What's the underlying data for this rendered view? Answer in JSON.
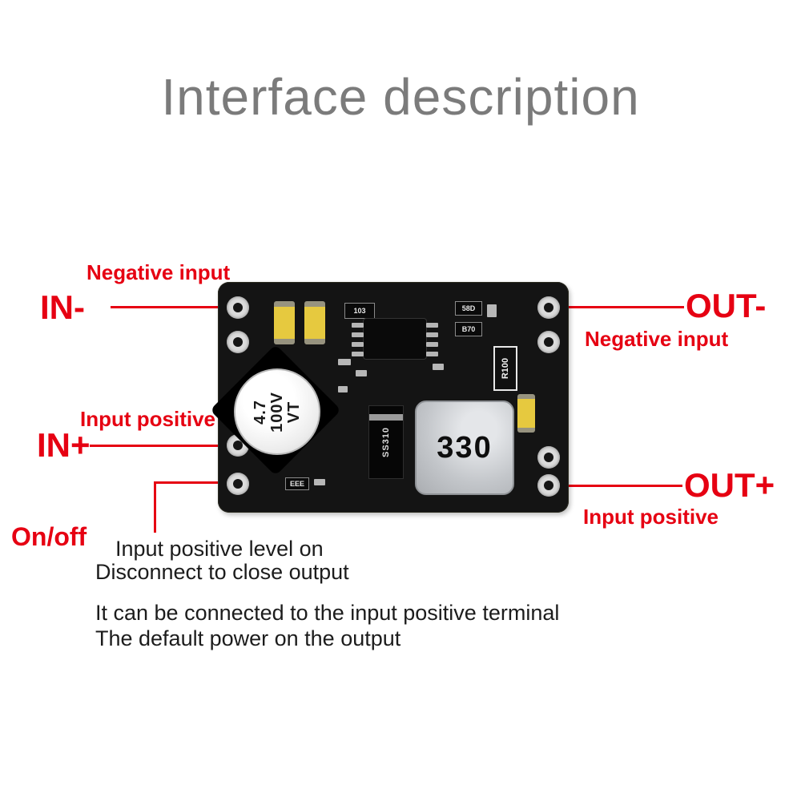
{
  "title": "Interface description",
  "pins": {
    "in_minus": {
      "name": "IN-",
      "desc": "Negative input"
    },
    "in_plus": {
      "name": "IN+",
      "desc": "Input positive"
    },
    "out_minus": {
      "name": "OUT-",
      "desc": "Negative input"
    },
    "out_plus": {
      "name": "OUT+",
      "desc": "Input positive"
    },
    "on_off": {
      "name": "On/off"
    }
  },
  "notes": {
    "onoff_line1": "Input positive level on",
    "onoff_line2": "Disconnect to close output",
    "para_line1": "It can be connected to the input positive terminal",
    "para_line2": "The default power on the output"
  },
  "board": {
    "capacitor": {
      "value": "4.7",
      "voltage": "100V",
      "mark": "VT"
    },
    "inductor_value": "330",
    "diode_label": "SS310",
    "resistor_label": "R100",
    "smd_103": "103",
    "smd_58d": "58D",
    "smd_b70": "B70",
    "smd_eee": "EEE"
  },
  "colors": {
    "accent_red": "#e60012",
    "title_gray": "#7b7b7b",
    "board_black": "#141414"
  }
}
